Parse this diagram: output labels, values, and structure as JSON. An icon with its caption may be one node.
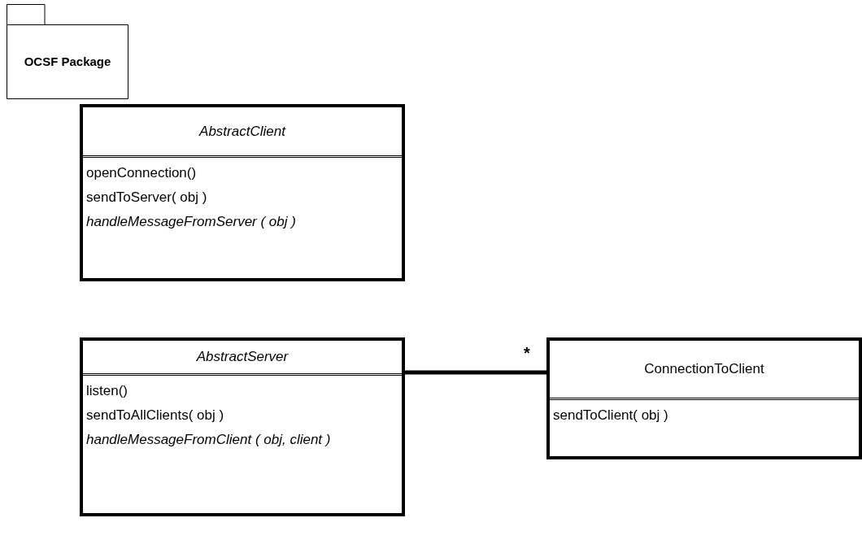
{
  "diagram": {
    "nodes": [
      {
        "text": [
          "OCSF Package"
        ]
      },
      {
        "text": [
          "AbstractClient",
          "openConnection()",
          "sendToServer( obj )",
          "handleMessageFromServer ( obj )"
        ]
      },
      {
        "text": [
          "AbstractServer",
          "listen()",
          "sendToAllClients( obj )",
          "handleMessageFromClient ( obj, client )"
        ]
      },
      {
        "text": [
          "ConnectionToClient",
          "sendToClient( obj )"
        ]
      }
    ],
    "edges": [
      {
        "from": 2,
        "to": 3,
        "arrow": "none",
        "label": "*"
      }
    ]
  }
}
